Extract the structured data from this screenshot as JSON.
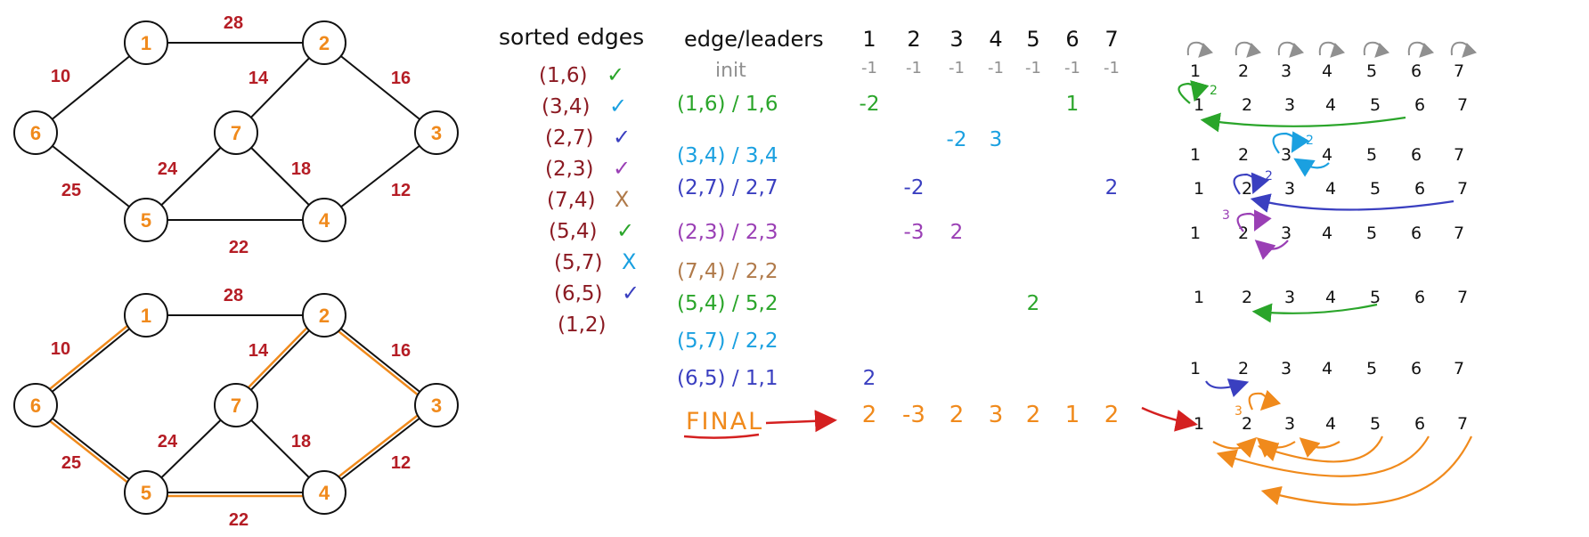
{
  "graphs": {
    "nodes": [
      "1",
      "2",
      "3",
      "4",
      "5",
      "6",
      "7"
    ],
    "top_edges": [
      {
        "id": "1-2",
        "w": "28"
      },
      {
        "id": "1-6",
        "w": "10"
      },
      {
        "id": "2-7",
        "w": "14"
      },
      {
        "id": "2-3",
        "w": "16"
      },
      {
        "id": "6-5",
        "w": "25"
      },
      {
        "id": "5-7",
        "w": "24"
      },
      {
        "id": "7-4",
        "w": "18"
      },
      {
        "id": "3-4",
        "w": "12"
      },
      {
        "id": "5-4",
        "w": "22"
      }
    ],
    "mst_edges": [
      "1-6",
      "2-7",
      "2-3",
      "6-5",
      "5-4",
      "3-4"
    ]
  },
  "sorted": {
    "title": "sorted edges",
    "items": [
      {
        "edge": "(1,6)",
        "mark": "✓",
        "color": "#2aa52a"
      },
      {
        "edge": "(3,4)",
        "mark": "✓",
        "color": "#1aa0e0"
      },
      {
        "edge": "(2,7)",
        "mark": "✓",
        "color": "#3a3fc0"
      },
      {
        "edge": "(2,3)",
        "mark": "✓",
        "color": "#9a3fb5"
      },
      {
        "edge": "(7,4)",
        "mark": "X",
        "color": "#b07a4a"
      },
      {
        "edge": "(5,4)",
        "mark": "✓",
        "color": "#2aa52a"
      },
      {
        "edge": "(5,7)",
        "mark": "X",
        "color": "#1aa0e0"
      },
      {
        "edge": "(6,5)",
        "mark": "✓",
        "color": "#3a3fc0"
      },
      {
        "edge": "(1,2)",
        "mark": "",
        "color": "#8b1a22"
      }
    ]
  },
  "leaders": {
    "title": "edge/leaders",
    "init": "init",
    "rows": [
      {
        "label": "(1,6) / 1,6",
        "color": "#2aa52a"
      },
      {
        "label": "(3,4) / 3,4",
        "color": "#1aa0e0"
      },
      {
        "label": "(2,7) / 2,7",
        "color": "#3a3fc0"
      },
      {
        "label": "(2,3) / 2,3",
        "color": "#9a3fb5"
      },
      {
        "label": "(7,4) / 2,2",
        "color": "#b07a4a"
      },
      {
        "label": "(5,4) / 5,2",
        "color": "#2aa52a"
      },
      {
        "label": "(5,7) / 2,2",
        "color": "#1aa0e0"
      },
      {
        "label": "(6,5) / 1,1",
        "color": "#3a3fc0"
      }
    ],
    "final_label": "FINAL"
  },
  "table": {
    "headers": [
      "1",
      "2",
      "3",
      "4",
      "5",
      "6",
      "7"
    ],
    "init_values": [
      "-1",
      "-1",
      "-1",
      "-1",
      "-1",
      "-1",
      "-1"
    ],
    "updates": [
      [
        {
          "col": 0,
          "v": "-2"
        },
        {
          "col": 5,
          "v": "1"
        }
      ],
      [
        {
          "col": 2,
          "v": "-2"
        },
        {
          "col": 3,
          "v": "3"
        }
      ],
      [
        {
          "col": 1,
          "v": "-2"
        },
        {
          "col": 6,
          "v": "2"
        }
      ],
      [
        {
          "col": 1,
          "v": "-3"
        },
        {
          "col": 2,
          "v": "2"
        }
      ],
      [],
      [
        {
          "col": 4,
          "v": "2"
        }
      ],
      [],
      [
        {
          "col": 0,
          "v": "2"
        }
      ]
    ],
    "final_values": [
      "2",
      "-3",
      "2",
      "3",
      "2",
      "1",
      "2"
    ]
  },
  "forest": {
    "labels": [
      "1",
      "2",
      "3",
      "4",
      "5",
      "6",
      "7"
    ],
    "rank_marks": [
      "2",
      "2",
      "2",
      "3",
      "3"
    ]
  },
  "colors": {
    "orange": "#f08a1c",
    "weight": "#b51d25",
    "edge_maroon": "#8b1a22",
    "green": "#2aa52a",
    "cyan": "#1aa0e0",
    "blue": "#3a3fc0",
    "purple": "#9a3fb5",
    "brown": "#b07a4a",
    "gray": "#909090",
    "red": "#d42020"
  }
}
